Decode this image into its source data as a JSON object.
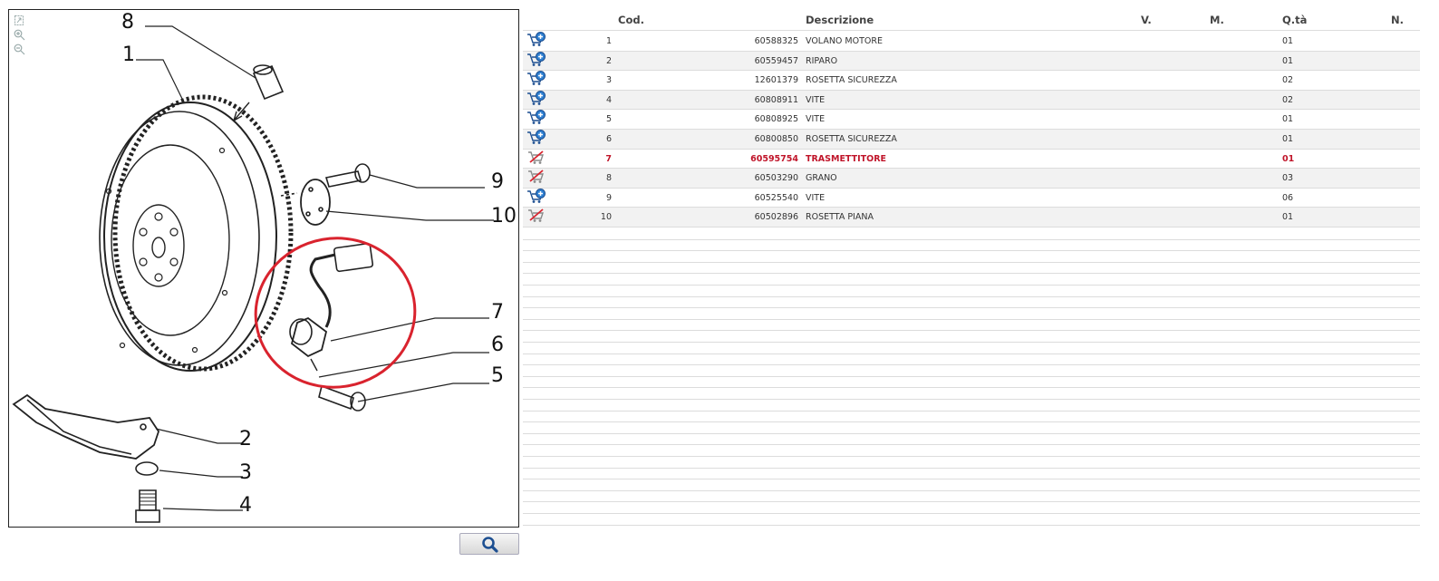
{
  "diagram": {
    "tools": [
      "fit-icon",
      "zoom-in-icon",
      "zoom-out-icon"
    ],
    "callouts": [
      "8",
      "1",
      "9",
      "10",
      "7",
      "6",
      "5",
      "2",
      "3",
      "4"
    ],
    "highlight_color": "#d9232e"
  },
  "zoom_button_icon": "search-icon",
  "table": {
    "headers": {
      "code": "Cod.",
      "description": "Descrizione",
      "v": "V.",
      "m": "M.",
      "qty": "Q.tà",
      "n": "N."
    },
    "rows": [
      {
        "num": "1",
        "code": "60588325",
        "desc": "VOLANO MOTORE",
        "qty": "01",
        "icon": "cart-add-icon"
      },
      {
        "num": "2",
        "code": "60559457",
        "desc": "RIPARO",
        "qty": "01",
        "icon": "cart-add-icon"
      },
      {
        "num": "3",
        "code": "12601379",
        "desc": "ROSETTA SICUREZZA",
        "qty": "02",
        "icon": "cart-add-icon"
      },
      {
        "num": "4",
        "code": "60808911",
        "desc": "VITE",
        "qty": "02",
        "icon": "cart-add-icon"
      },
      {
        "num": "5",
        "code": "60808925",
        "desc": "VITE",
        "qty": "01",
        "icon": "cart-add-icon"
      },
      {
        "num": "6",
        "code": "60800850",
        "desc": "ROSETTA SICUREZZA",
        "qty": "01",
        "icon": "cart-add-icon"
      },
      {
        "num": "7",
        "code": "60595754",
        "desc": "TRASMETTITORE",
        "qty": "01",
        "icon": "cart-unavailable-icon"
      },
      {
        "num": "8",
        "code": "60503290",
        "desc": "GRANO",
        "qty": "03",
        "icon": "cart-unavailable-icon"
      },
      {
        "num": "9",
        "code": "60525540",
        "desc": "VITE",
        "qty": "06",
        "icon": "cart-add-icon"
      },
      {
        "num": "10",
        "code": "60502896",
        "desc": "ROSETTA PIANA",
        "qty": "01",
        "icon": "cart-unavailable-icon"
      }
    ],
    "selected_row": "7",
    "selected_color": "#c0152a"
  }
}
